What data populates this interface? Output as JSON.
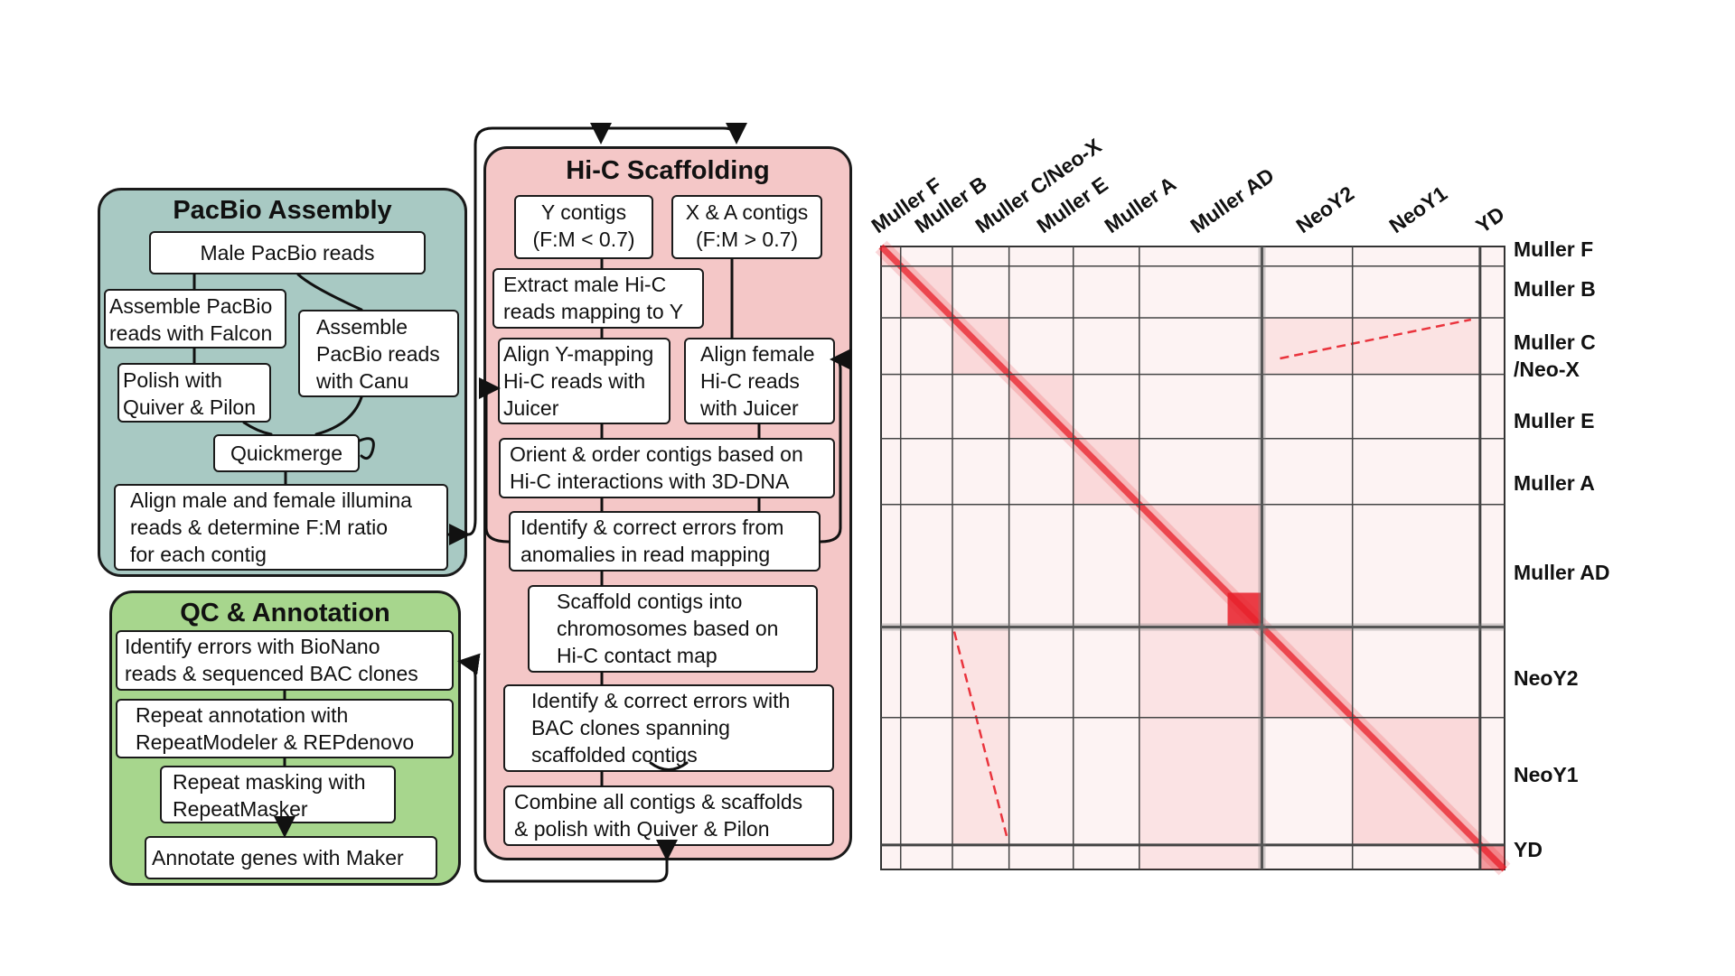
{
  "pacbio": {
    "title": "PacBio Assembly",
    "boxes": {
      "male_reads": "Male PacBio reads",
      "falcon": "Assemble PacBio\nreads with Falcon",
      "canu": "Assemble\nPacBio reads\nwith Canu",
      "polish": "Polish with\nQuiver & Pilon",
      "quickmerge": "Quickmerge",
      "align_illumina": "Align male and female illumina\nreads & determine F:M ratio\nfor each contig"
    }
  },
  "qc": {
    "title": "QC & Annotation",
    "boxes": {
      "bionano": "Identify errors with BioNano\nreads & sequenced BAC clones",
      "repeat_annot": "Repeat annotation with\nRepeatModeler & REPdenovo",
      "repeat_mask": "Repeat masking with\nRepeatMasker",
      "maker": "Annotate genes with Maker"
    }
  },
  "hic": {
    "title": "Hi-C Scaffolding",
    "boxes": {
      "y_contigs": "Y contigs\n(F:M < 0.7)",
      "xa_contigs": "X & A contigs\n(F:M > 0.7)",
      "extract": "Extract male Hi-C\nreads mapping to Y",
      "align_y": "Align Y-mapping\nHi-C reads with\nJuicer",
      "align_female": "Align female\nHi-C reads\nwith Juicer",
      "orient": "Orient & order contigs based on\nHi-C interactions with 3D-DNA",
      "identify_correct": "Identify & correct errors from\nanomalies in read mapping",
      "scaffold": "Scaffold contigs into\nchromosomes based on\nHi-C contact map",
      "bac": "Identify & correct errors with\nBAC clones spanning\nscaffolded contigs",
      "combine": "Combine all contigs & scaffolds\n& polish with Quiver & Pilon"
    }
  },
  "heatmap": {
    "color": "#e8202a",
    "top_labels": [
      "Muller F",
      "Muller B",
      "Muller C/Neo-X",
      "Muller E",
      "Muller A",
      "Muller AD",
      "NeoY2",
      "NeoY1",
      "YD"
    ],
    "right_labels": [
      "Muller F",
      "Muller B",
      "Muller C\n/Neo-X",
      "Muller E",
      "Muller A",
      "Muller AD",
      "NeoY2",
      "NeoY1",
      "YD"
    ],
    "chromosomes": [
      {
        "name": "Muller F",
        "rel_size": 4.4
      },
      {
        "name": "Muller B",
        "rel_size": 11.6
      },
      {
        "name": "Muller C/Neo-X",
        "rel_size": 12.7
      },
      {
        "name": "Muller E",
        "rel_size": 14.4
      },
      {
        "name": "Muller A",
        "rel_size": 14.8
      },
      {
        "name": "Muller AD",
        "rel_size": 27.5
      },
      {
        "name": "NeoY2",
        "rel_size": 20.3
      },
      {
        "name": "NeoY1",
        "rel_size": 28.6
      },
      {
        "name": "YD",
        "rel_size": 5.5
      }
    ]
  },
  "colors": {
    "pacbio_bg": "#a8c9c3",
    "hic_bg": "#f4c7c7",
    "qc_bg": "#a7d68d"
  }
}
